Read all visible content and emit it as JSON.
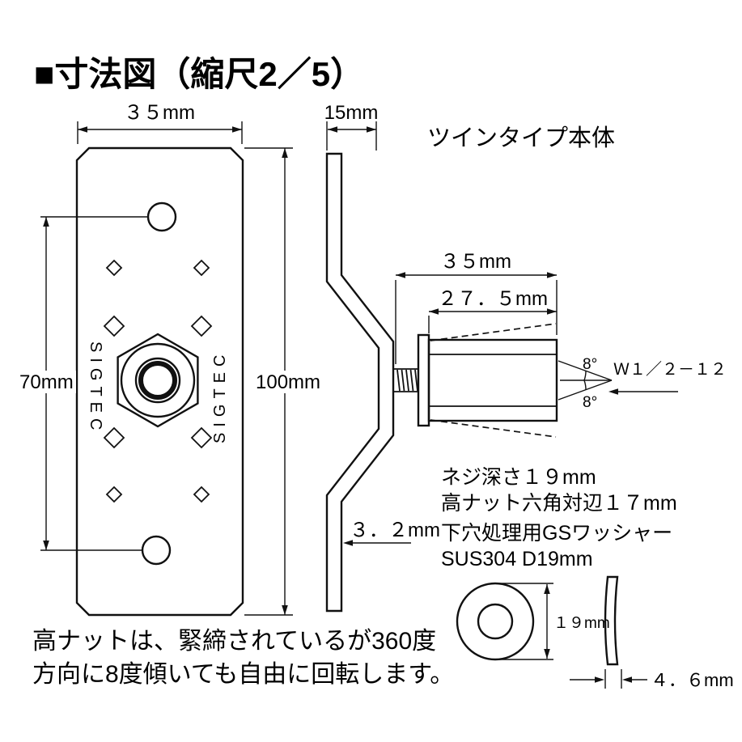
{
  "title": "■寸法図（縮尺2／5）",
  "subtitle": "ツインタイプ本体",
  "front_view": {
    "brand": "SIGTEC",
    "dim_width": "３５mm",
    "dim_hole_spacing": "70mm",
    "dim_height": "100mm"
  },
  "side_view": {
    "dim_depth": "15mm",
    "dim_thickness": "３．２mm"
  },
  "assembly": {
    "dim_overall": "３５mm",
    "dim_nut": "２７．５mm",
    "angle_upper": "8°",
    "angle_lower": "8°",
    "thread_spec": "Ｗ１／２－１２",
    "note_depth": "ネジ深さ１９mm",
    "note_hex": "高ナット六角対辺１７mm"
  },
  "washer": {
    "title1": "下穴処理用GSワッシャー",
    "title2": "SUS304 D19mm",
    "dim_diameter": "１９mm",
    "dim_thickness": "４．６mm"
  },
  "footer": {
    "line1": "高ナットは、緊締されているが360度",
    "line2": "方向に8度傾いても自由に回転します。"
  },
  "colors": {
    "ink": "#111111",
    "background": "#ffffff"
  }
}
